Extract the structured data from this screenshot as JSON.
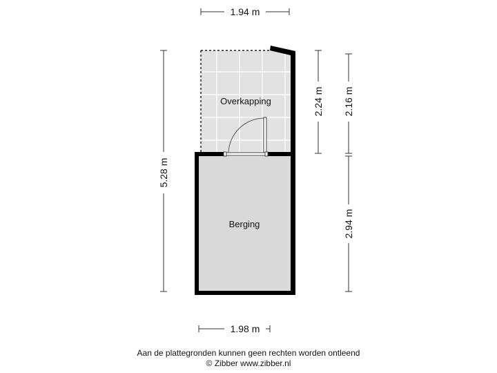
{
  "rooms": {
    "overkapping": "Overkapping",
    "berging": "Berging"
  },
  "dimensions": {
    "top_width": "1.94 m",
    "bottom_width": "1.98 m",
    "total_height": "5.28 m",
    "overkapping_depth_inner": "2.24 m",
    "overkapping_depth_outer": "2.16 m",
    "berging_depth": "2.94 m"
  },
  "footer": {
    "disclaimer": "Aan de plattegronden kunnen geen rechten worden ontleend",
    "copyright": "© Zibber www.zibber.nl"
  },
  "colors": {
    "wall": "#000000",
    "floor_berging": "#d9d9d9",
    "floor_overkapping": "#e2e2e2",
    "tile_lines": "#ffffff"
  }
}
